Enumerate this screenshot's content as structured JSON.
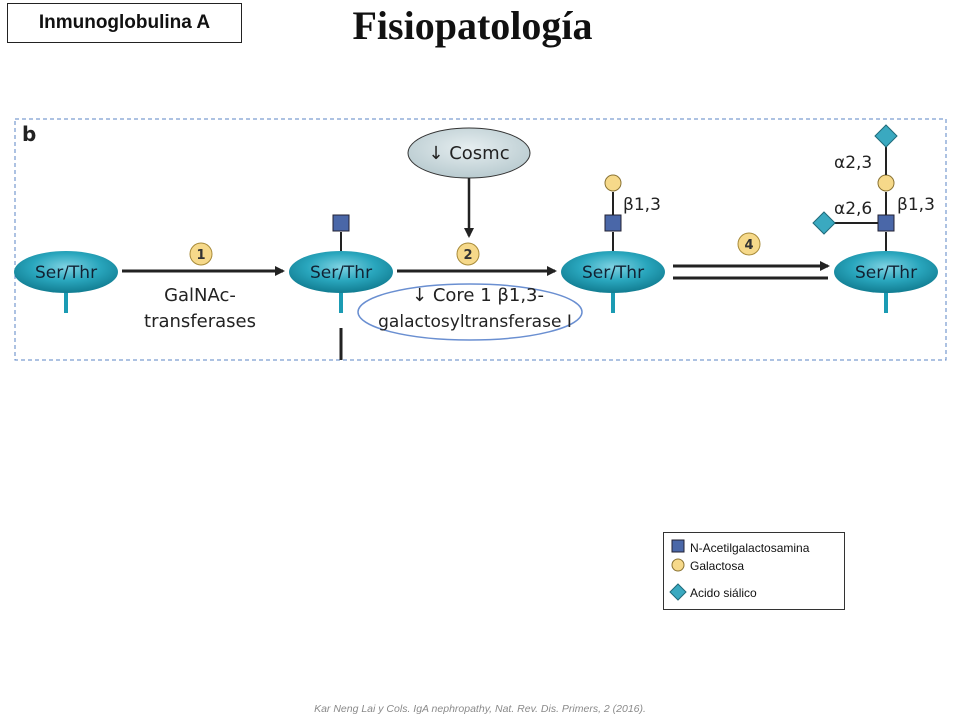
{
  "header": {
    "tag": "Inmunoglobulina A",
    "title": "Fisiopatología"
  },
  "diagram": {
    "panel_label": "b",
    "nodes": [
      "Ser/Thr",
      "Ser/Thr",
      "Ser/Thr",
      "Ser/Thr"
    ],
    "steps": [
      "1",
      "2",
      "4"
    ],
    "step1_label_line1": "GalNAc-",
    "step1_label_line2": "transferases",
    "step2_regulator": "↓ Cosmc",
    "step2_label_line1": "↓ Core 1 β1,3-",
    "step2_label_line2": "galactosyltransferase I",
    "linkage_b13_a": "β1,3",
    "linkage_a23": "α2,3",
    "linkage_b13_b": "β1,3",
    "linkage_a26": "α2,6"
  },
  "legend": {
    "items": [
      {
        "label": "N-Acetilgalactosamina",
        "icon": "blue-square-icon"
      },
      {
        "label": "Galactosa",
        "icon": "yellow-circle-icon"
      },
      {
        "label": "Acido siálico",
        "icon": "teal-diamond-icon"
      }
    ]
  },
  "citation": "Kar Neng Lai y Cols. IgA nephropathy, Nat. Rev. Dis. Primers, 2 (2016).",
  "colors": {
    "ellipse_fill": "#1b9bb3",
    "glcnac_square": "#4a67a8",
    "galactose_circle": "#f6d98a",
    "sialic_diamond": "#3aa9c0",
    "cosmc_fill": "#cfdcdf",
    "dashed_border": "#5b84c4"
  }
}
